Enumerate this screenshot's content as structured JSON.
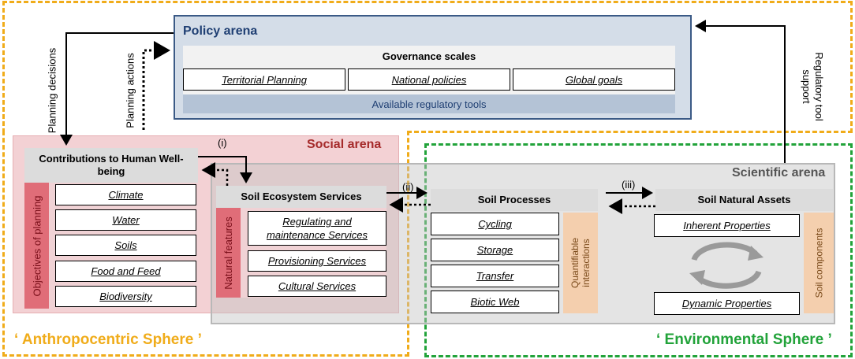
{
  "policy": {
    "title": "Policy arena",
    "governance_label": "Governance scales",
    "scales": [
      "Territorial Planning",
      "National policies",
      "Global goals"
    ],
    "tools_label": "Available regulatory tools"
  },
  "social": {
    "title": "Social arena",
    "contributions_label": "Contributions to Human Well-being",
    "objectives_label": "Objectives of planning",
    "objectives": [
      "Climate",
      "Water",
      "Soils",
      "Food and Feed",
      "Biodiversity"
    ]
  },
  "services": {
    "title": "Soil Ecosystem Services",
    "natural_features_label": "Natural features",
    "items": [
      "Regulating and maintenance Services",
      "Provisioning Services",
      "Cultural Services"
    ]
  },
  "scientific": {
    "title": "Scientific arena",
    "processes_title": "Soil Processes",
    "processes": [
      "Cycling",
      "Storage",
      "Transfer",
      "Biotic Web"
    ],
    "quantifiable_label": "Quantifiable interactions",
    "assets_title": "Soil Natural Assets",
    "inherent": "Inherent Properties",
    "dynamic": "Dynamic Properties",
    "components_label": "Soil components"
  },
  "arrows": {
    "planning_decisions": "Planning decisions",
    "planning_actions": "Planning actions",
    "regulatory_support": "Regulatory tool support",
    "marker_i": "(i)",
    "marker_ii": "(ii)",
    "marker_iii": "(iii)"
  },
  "spheres": {
    "anthropocentric": "‘ Anthropocentric Sphere ’",
    "environmental": "‘ Environmental Sphere ’"
  },
  "colors": {
    "orange_sphere": "#f0ac1a",
    "green_sphere": "#22a33a",
    "policy_title": "#1f3f73",
    "social_title": "#a52a2a",
    "objectives_band": "#e06d78",
    "natural_band": "#e06d78",
    "quantifiable_band": "#f4cfae",
    "components_band": "#f4cfae"
  }
}
